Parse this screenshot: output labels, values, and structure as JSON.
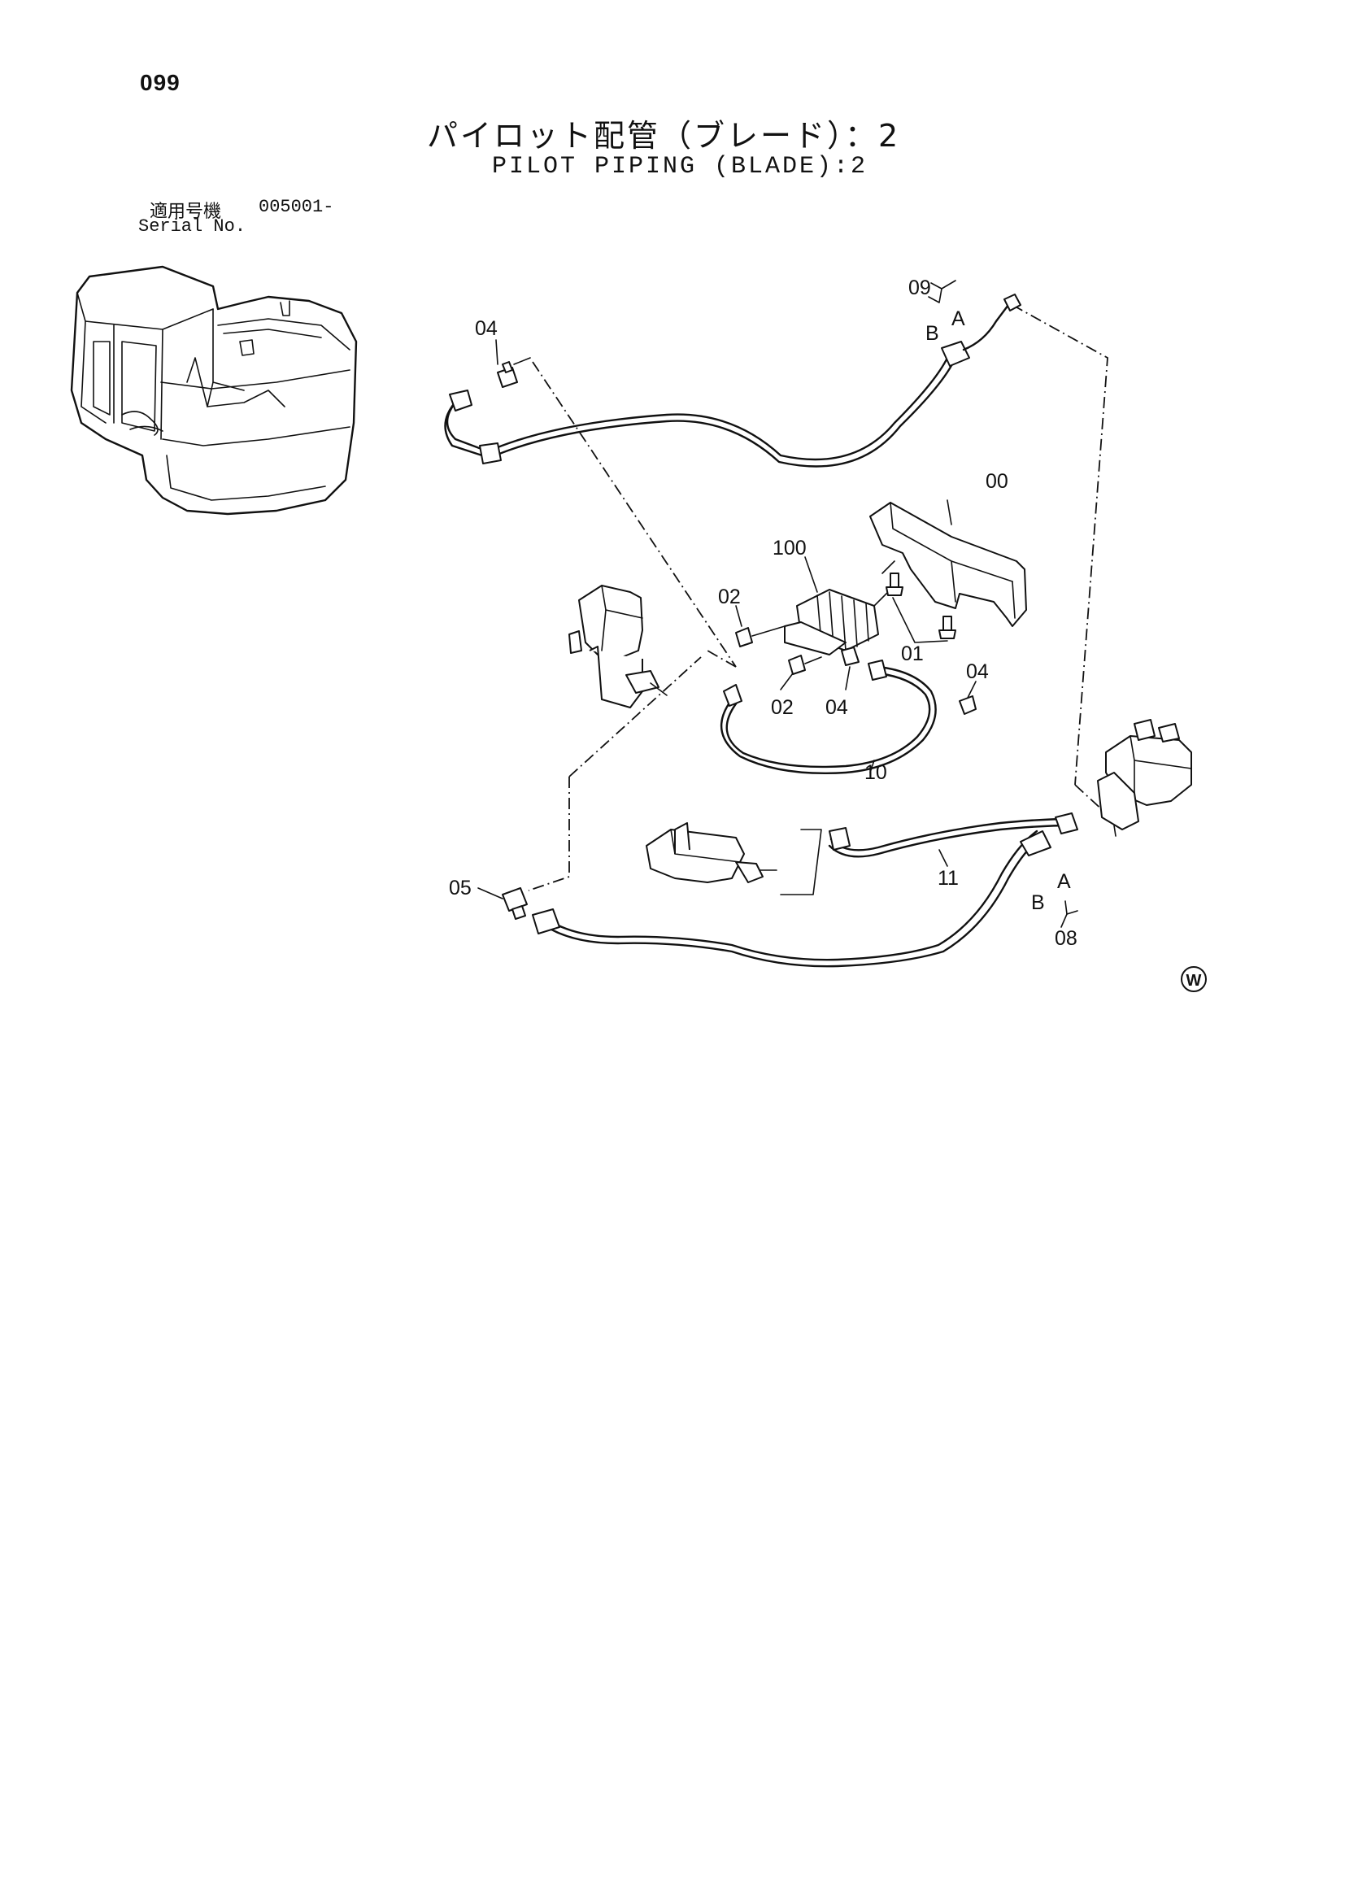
{
  "page": {
    "number": "099",
    "title_jp": "パイロット配管（ブレード）：2",
    "title_en": "PILOT PIPING (BLADE):2",
    "serial_label_jp": "適用号機",
    "serial_value": "005001-",
    "serial_label_en": "Serial No."
  },
  "callouts": {
    "c00": "00",
    "c01": "01",
    "c02a": "02",
    "c02b": "02",
    "c04a": "04",
    "c04b": "04",
    "c04c": "04",
    "c05": "05",
    "c08": "08",
    "c09": "09",
    "c10": "10",
    "c11": "11",
    "c100": "100",
    "a_top": "A",
    "b_top": "B",
    "a_bottom": "A",
    "b_bottom": "B"
  },
  "watermark": "W"
}
